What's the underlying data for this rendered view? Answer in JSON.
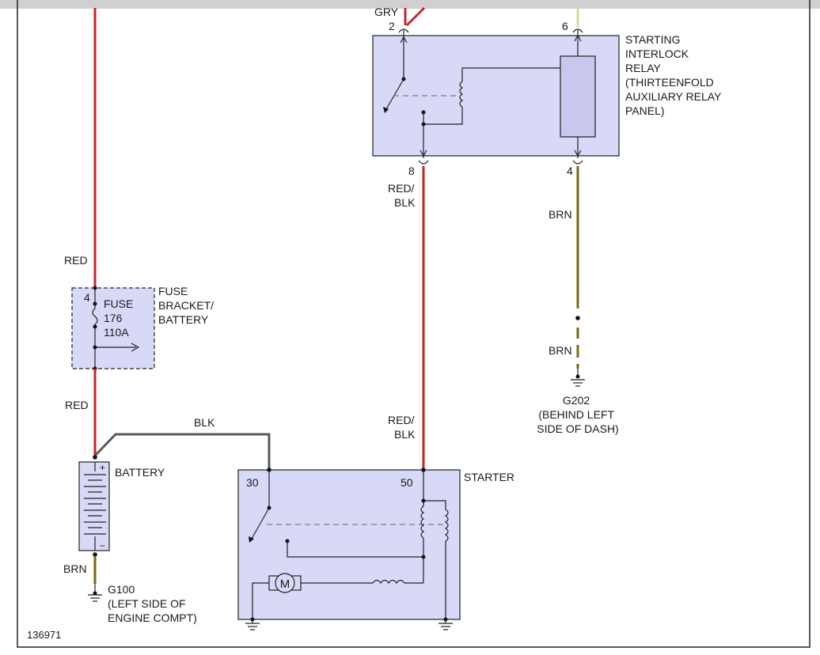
{
  "diagram_id": "136971",
  "relay": {
    "title_lines": [
      "STARTING",
      "INTERLOCK",
      "RELAY",
      "(THIRTEENFOLD",
      "AUXILIARY RELAY",
      "PANEL)"
    ],
    "pin2": "2",
    "pin6": "6",
    "pin8": "8",
    "pin4": "4"
  },
  "wires": {
    "gry": "GRY",
    "red_top": "RED",
    "red_mid": "RED",
    "red_blk_upper_1": "RED/",
    "red_blk_upper_2": "BLK",
    "red_blk_lower_1": "RED/",
    "red_blk_lower_2": "BLK",
    "brn_upper": "BRN",
    "brn_lower": "BRN",
    "blk": "BLK",
    "brn_battery": "BRN"
  },
  "fuse": {
    "pin": "4",
    "lines": [
      "FUSE",
      "176",
      "110A"
    ],
    "bracket_lines": [
      "FUSE",
      "BRACKET/",
      "BATTERY"
    ]
  },
  "battery": {
    "label": "BATTERY",
    "plus": "+",
    "minus": "−"
  },
  "starter": {
    "label": "STARTER",
    "pin30": "30",
    "pin50": "50",
    "motor": "M"
  },
  "grounds": {
    "g100_lines": [
      "G100",
      "(LEFT SIDE OF",
      "ENGINE COMPT)"
    ],
    "g202_lines": [
      "G202",
      "(BEHIND LEFT",
      "SIDE OF DASH)"
    ]
  },
  "colors": {
    "red_wire": "#c6262b",
    "brn_wire": "#7a6a12",
    "blk_wire": "#5a5a5a",
    "component_fill": "#d8d8f7"
  }
}
